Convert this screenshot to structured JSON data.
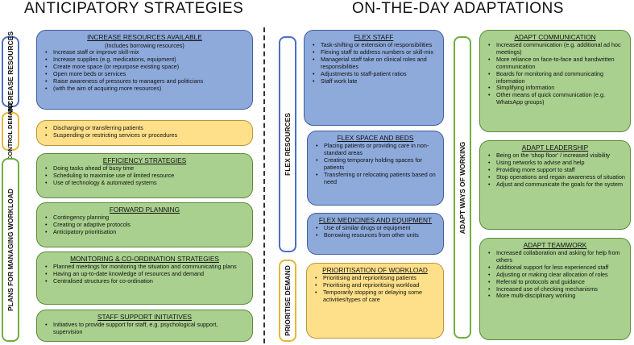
{
  "headings": {
    "left": "ANTICIPATORY STRATEGIES",
    "right": "ON-THE-DAY ADAPTATIONS"
  },
  "side_labels": {
    "increase_resources": "INCREASE RESOURCES",
    "control_demand": "CONTROL DEMAND",
    "plans": "PLANS FOR MANAGING WORKLOAD",
    "flex_resources": "FLEX RESOURCES",
    "prioritise_demand": "PRIORITISE DEMAND",
    "adapt_ways": "ADAPT WAYS OF WORKING"
  },
  "cards": {
    "increase_resources": {
      "title": "INCREASE RESOURCES AVAILABLE",
      "subtitle": "(Includes borrowing resources)",
      "items": [
        "Increase staff or improve skill-mix",
        "Increase supplies (e.g. medications, equipment)",
        "Create more space (or repurpose existing space)",
        "Open more beds or services",
        "Raise awareness of pressures to managers and politicians",
        "(with the aim of acquiring more resources)"
      ]
    },
    "control_demand": {
      "items": [
        "Discharging or transferring patients",
        "Suspending or restricting services or procedures"
      ]
    },
    "efficiency": {
      "title": "EFFICIENCY STRATEGIES",
      "items": [
        "Doing tasks ahead of busy time",
        "Scheduling to maximise use of limited resource",
        "Use of technology & automated systems"
      ]
    },
    "forward": {
      "title": "FORWARD PLANNING",
      "items": [
        "Contingency planning",
        "Creating or adaptive protocols",
        "Anticipatory prioritisation"
      ]
    },
    "monitoring": {
      "title": "MONITORING & CO-ORDINATION STRATEGIES",
      "items": [
        "Planned meetings for monitoring the situation and communicating plans",
        "Having an up-to-date knowledge of resources and demand",
        "Centralised structures for co-ordination"
      ]
    },
    "staff_support": {
      "title": "STAFF SUPPORT INITIATIVES",
      "items": [
        "Initiatives to provide support for staff, e.g. psychological support, supervision"
      ]
    },
    "flex_staff": {
      "title": "FLEX STAFF",
      "items": [
        "Task-shifting or extension of responsibilities",
        "Flexing staff to address numbers or skill-mix",
        "Managerial staff take on clinical roles and responsibilities",
        "Adjustments to staff-patient ratios",
        "Staff work late"
      ]
    },
    "flex_space": {
      "title": "FLEX SPACE AND BEDS",
      "items": [
        "Placing patients or providing care in non-standard areas",
        "Creating temporary holding spaces for patients",
        "Transferring or relocating patients based on need"
      ]
    },
    "flex_medicines": {
      "title": "FLEX MEDICINES AND EQUIPMENT",
      "items": [
        "Use of similar drugs or equipment",
        "Borrowing resources from other units"
      ]
    },
    "prioritisation": {
      "title": "PRIORITISATION OF WORKLOAD",
      "items": [
        "Prioritising and reprioritising patients",
        "Prioritising and reprioritising workload",
        "Temporarily stopping or delaying some activities/types of care"
      ]
    },
    "communication": {
      "title": "ADAPT COMMUNICATION",
      "items": [
        "Increased communication (e.g. additional ad hoc meetings)",
        "More reliance on face-to-face and handwritten communication",
        "Boards for monitoring and communicating information",
        "Simplifying information",
        "Other means of quick communication (e.g. WhatsApp groups)"
      ]
    },
    "leadership": {
      "title": "ADAPT LEADERSHIP",
      "items": [
        "Being on the ‘shop floor’ / increased visibility",
        "Using networks to advise and help",
        "Providing more support to staff",
        "Stop operations and regain awareness of situation",
        "Adjust and communicate the goals for the system"
      ]
    },
    "teamwork": {
      "title": "ADAPT TEAMWORK",
      "items": [
        "Increased collaboration and asking for help from others",
        "Additional support for less experienced staff",
        "Adjusting or making clear allocation of roles",
        "Referral to protocols and guidance",
        "Increased use of checking mechanisms",
        "More multi-disciplinary working"
      ]
    }
  }
}
